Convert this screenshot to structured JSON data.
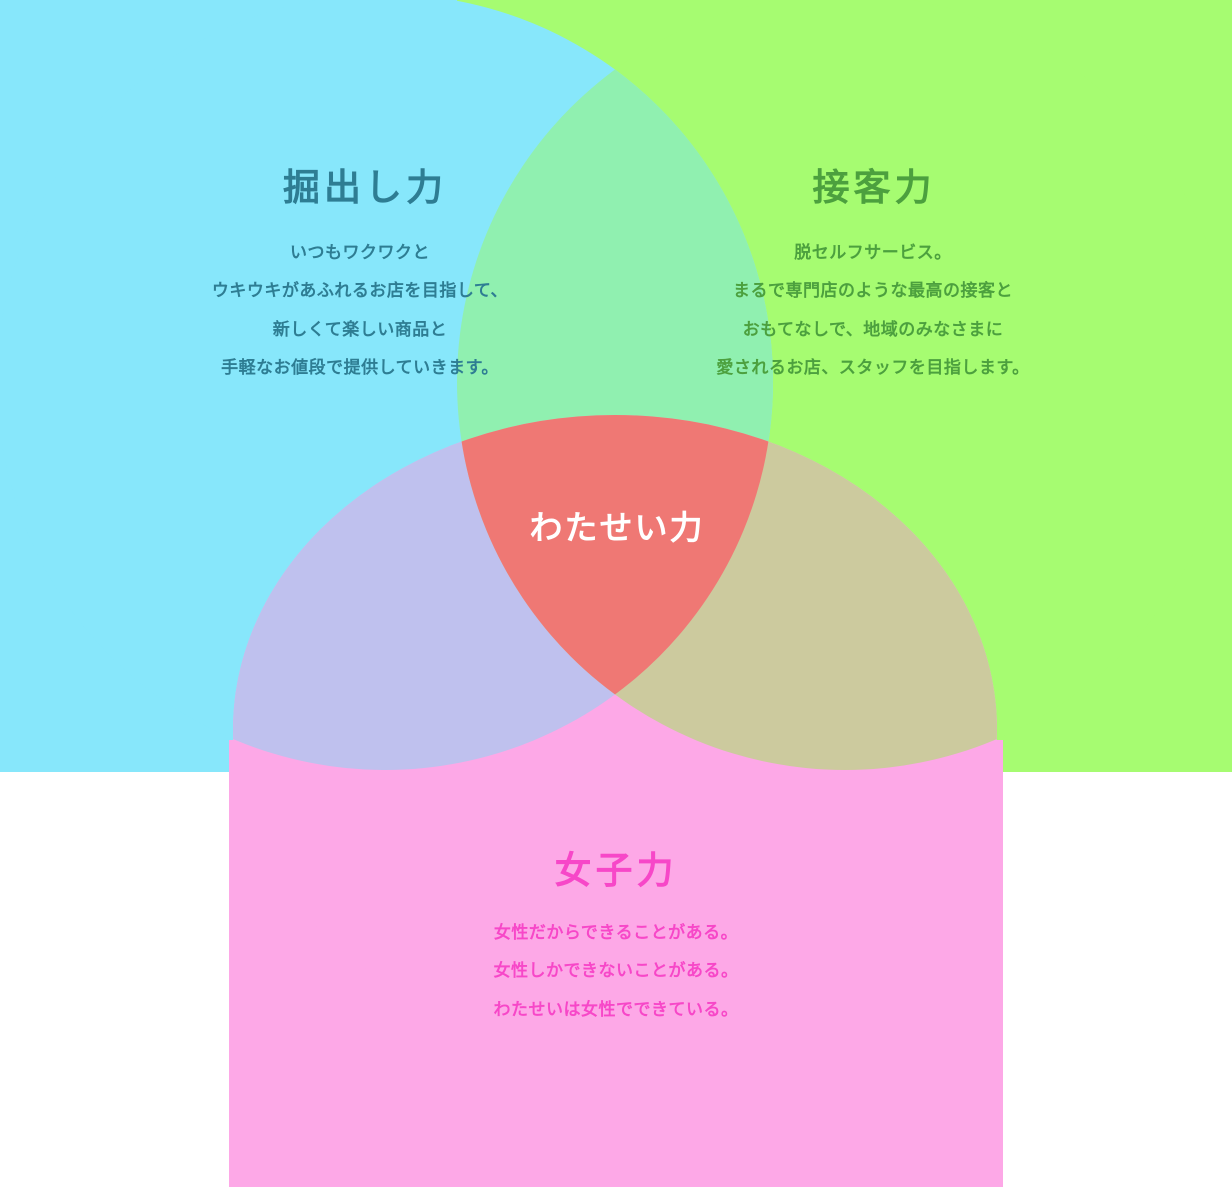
{
  "colors": {
    "cyan": "#87E7FB",
    "green": "#A6FC71",
    "mint": "#90F0B0",
    "lavender": "#BFC1EE",
    "khaki": "#CCCA9E",
    "coral": "#EF7874",
    "pink": "#FDA8E7",
    "teal_text": "#2E7D93",
    "green_text": "#4CA03E",
    "magenta_text": "#F747C8",
    "white_text": "#FFFFFF"
  },
  "sections": {
    "left": {
      "title": "掘出し力",
      "lines": [
        "いつもワクワクと",
        "ウキウキがあふれるお店を目指して、",
        "新しくて楽しい商品と",
        "手軽なお値段で提供していきます。"
      ]
    },
    "right": {
      "title": "接客力",
      "lines": [
        "脱セルフサービス。",
        "まるで専門店のような最高の接客と",
        "おもてなしで、地域のみなさまに",
        "愛されるお店、スタッフを目指します。"
      ]
    },
    "center": {
      "label": "わたせい力"
    },
    "bottom": {
      "title": "女子力",
      "lines": [
        "女性だからできることがある。",
        "女性しかできないことがある。",
        "わたせいは女性でできている。"
      ]
    }
  }
}
